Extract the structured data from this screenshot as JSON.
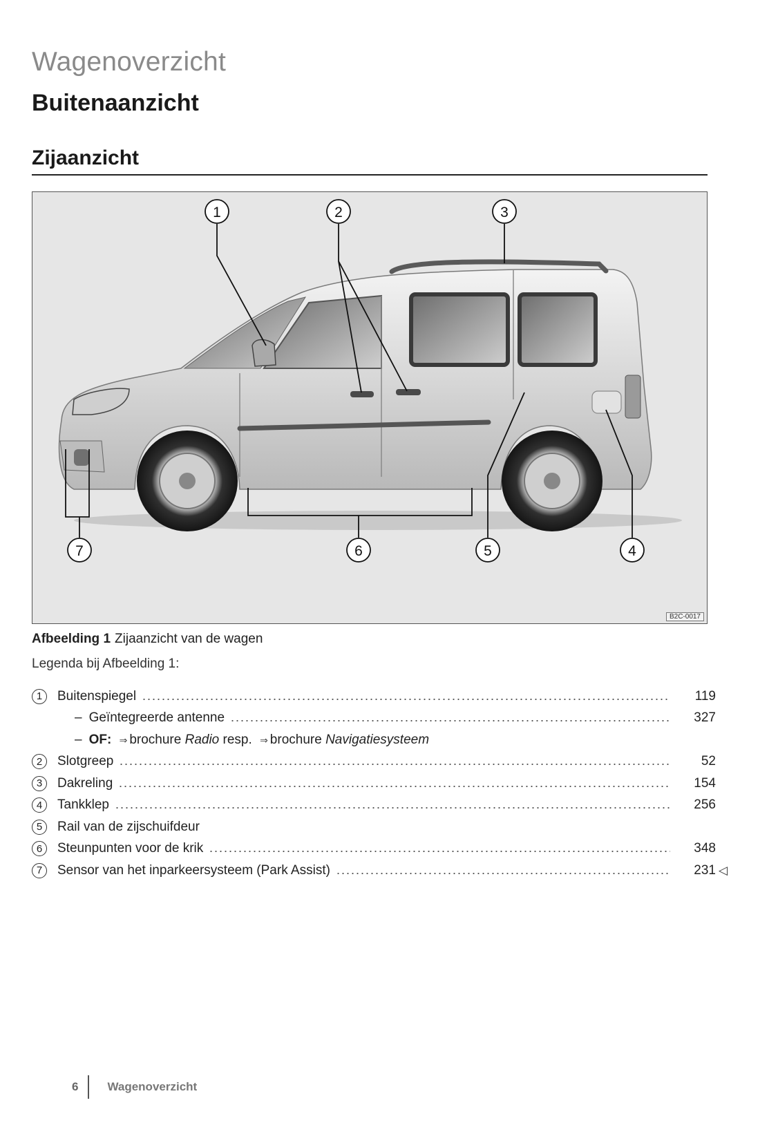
{
  "header": {
    "chapter_title": "Wagenoverzicht",
    "section_title": "Buitenaanzicht",
    "sub_title": "Zijaanzicht"
  },
  "figure": {
    "code": "B2C-0017",
    "callouts": [
      "1",
      "2",
      "3",
      "4",
      "5",
      "6",
      "7"
    ],
    "caption_label": "Afbeelding 1",
    "caption_text": "Zijaanzicht van de wagen"
  },
  "legend": {
    "intro": "Legenda bij Afbeelding 1:",
    "items": [
      {
        "num": "1",
        "label": "Buitenspiegel",
        "page": "119"
      },
      {
        "dash": "–",
        "label": "Geïntegreerde antenne",
        "page": "327"
      },
      {
        "dash": "–",
        "of_label": "OF:",
        "arrow": "⇒",
        "brochure1": "brochure",
        "radio": "Radio",
        "resp": "resp.",
        "brochure2": "brochure",
        "nav": "Navigatiesysteem"
      },
      {
        "num": "2",
        "label": "Slotgreep",
        "page": "52"
      },
      {
        "num": "3",
        "label": "Dakreling",
        "page": "154"
      },
      {
        "num": "4",
        "label": "Tankklep",
        "page": "256"
      },
      {
        "num": "5",
        "label": "Rail van de zijschuifdeur"
      },
      {
        "num": "6",
        "label": "Steunpunten voor de krik",
        "page": "348"
      },
      {
        "num": "7",
        "label": "Sensor van het inparkeersysteem (Park Assist)",
        "page": "231",
        "end_mark": "◁"
      }
    ]
  },
  "footer": {
    "page_number": "6",
    "title": "Wagenoverzicht"
  }
}
